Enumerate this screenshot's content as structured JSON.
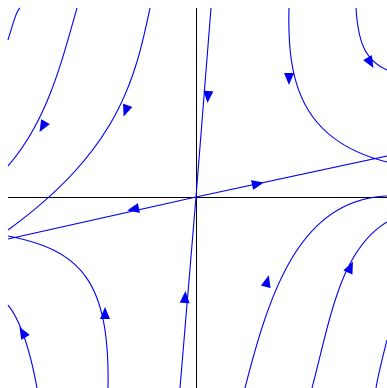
{
  "diagram": {
    "type": "phase-portrait",
    "fixed_point": "saddle",
    "colors": {
      "trajectory": "#0000ee",
      "axis": "#000000",
      "background": "#ffffff"
    },
    "axes": {
      "x": true,
      "y": true,
      "tick_labels": false
    },
    "eigen_directions": [
      {
        "role": "stable",
        "flow": "toward-origin"
      },
      {
        "role": "unstable",
        "flow": "away-from-origin"
      }
    ],
    "trajectory_count": 10
  }
}
